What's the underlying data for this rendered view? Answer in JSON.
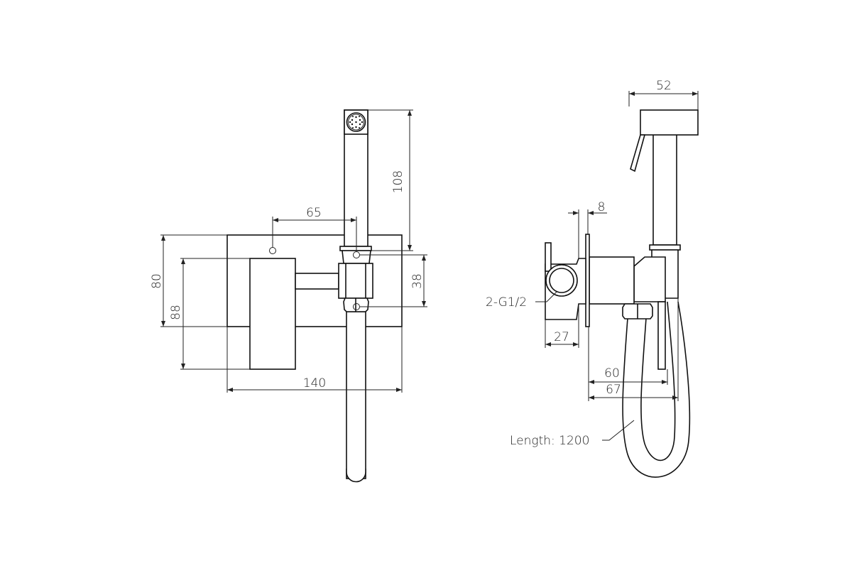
{
  "drawing": {
    "front_view": {
      "dims": {
        "height_handset": "108",
        "outlet_spacing": "65",
        "plate_height": "80",
        "handle_height": "88",
        "nut_spacing": "38",
        "plate_width": "140"
      }
    },
    "side_view": {
      "dims": {
        "head_width": "52",
        "flange": "8",
        "handle_depth": "27",
        "depth_60": "60",
        "depth_67": "67"
      },
      "labels": {
        "thread": "2-G1/2",
        "hose_length": "Length: 1200"
      }
    },
    "colors": {
      "line": "#111111",
      "background": "#ffffff"
    }
  }
}
